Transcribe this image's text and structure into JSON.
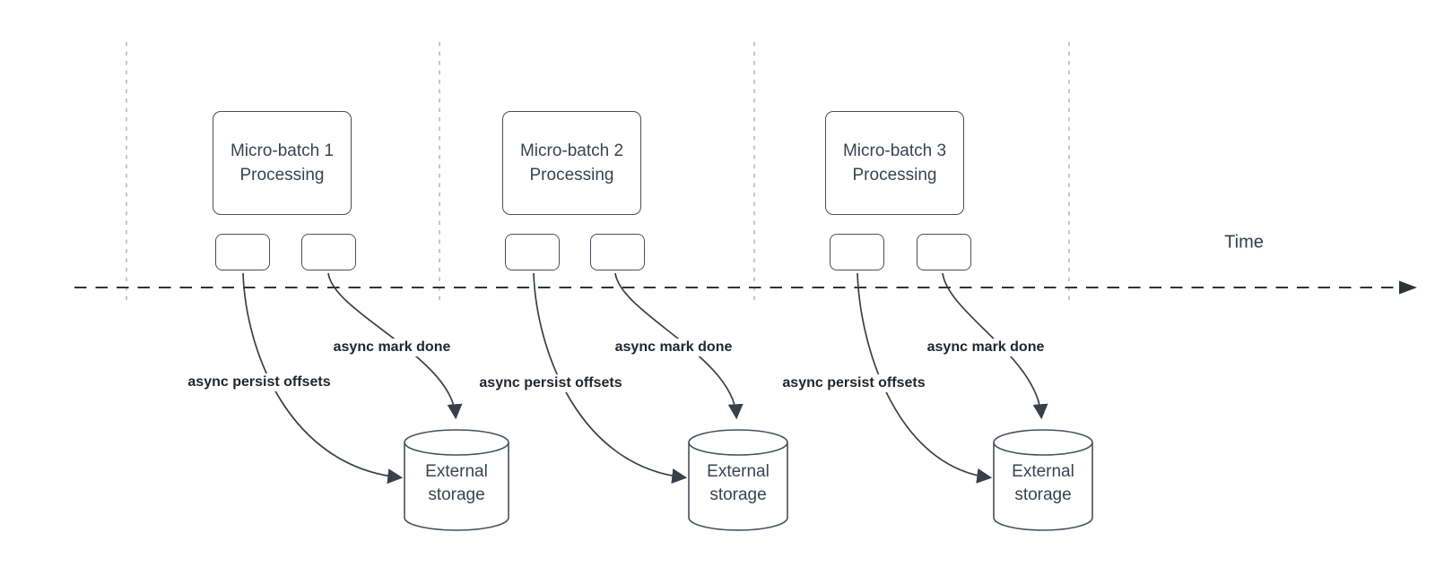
{
  "diagram": {
    "time_axis_label": "Time",
    "sections": [
      {
        "batch_title": "Micro-batch 1",
        "batch_subtitle": "Processing",
        "persist_label": "async persist offsets",
        "done_label": "async mark done",
        "storage_title": "External",
        "storage_subtitle": "storage"
      },
      {
        "batch_title": "Micro-batch 2",
        "batch_subtitle": "Processing",
        "persist_label": "async persist offsets",
        "done_label": "async mark done",
        "storage_title": "External",
        "storage_subtitle": "storage"
      },
      {
        "batch_title": "Micro-batch 3",
        "batch_subtitle": "Processing",
        "persist_label": "async persist offsets",
        "done_label": "async mark done",
        "storage_title": "External",
        "storage_subtitle": "storage"
      }
    ]
  }
}
